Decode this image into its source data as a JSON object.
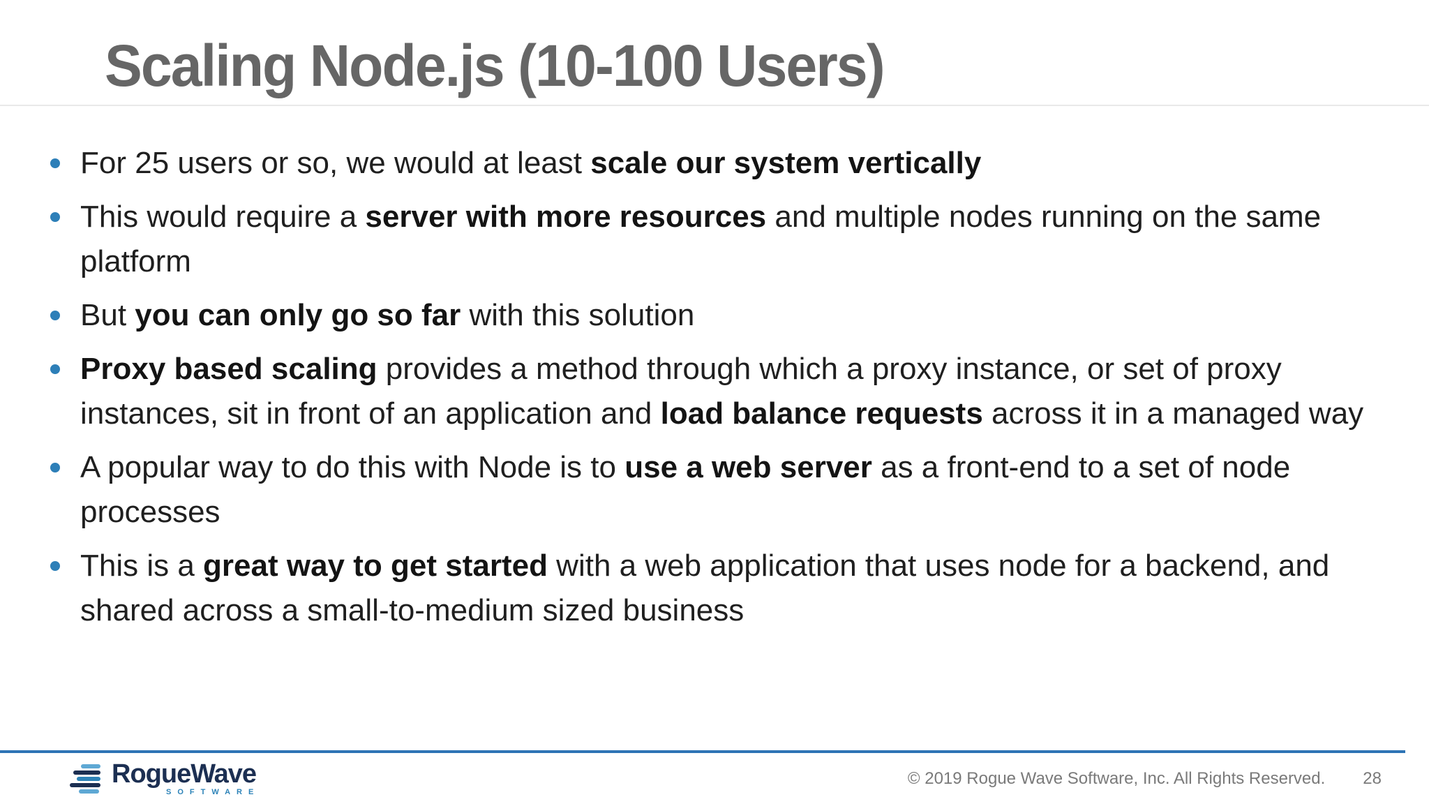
{
  "slide": {
    "title": "Scaling Node.js (10-100 Users)",
    "bullets": [
      {
        "segments": [
          {
            "t": "For 25 users or so, we would at least ",
            "b": false
          },
          {
            "t": "scale our system vertically",
            "b": true
          }
        ]
      },
      {
        "segments": [
          {
            "t": "This would require a ",
            "b": false
          },
          {
            "t": "server with more resources",
            "b": true
          },
          {
            "t": " and multiple nodes running on the same platform",
            "b": false
          }
        ]
      },
      {
        "segments": [
          {
            "t": "But ",
            "b": false
          },
          {
            "t": "you can only go so far",
            "b": true
          },
          {
            "t": " with this solution",
            "b": false
          }
        ]
      },
      {
        "segments": [
          {
            "t": "Proxy based scaling",
            "b": true
          },
          {
            "t": " provides a method through which a proxy instance, or set of proxy instances, sit in front of an application and ",
            "b": false
          },
          {
            "t": "load balance requests",
            "b": true
          },
          {
            "t": " across it in a managed way",
            "b": false
          }
        ]
      },
      {
        "segments": [
          {
            "t": "A popular way to do this with Node is to ",
            "b": false
          },
          {
            "t": "use a web server",
            "b": true
          },
          {
            "t": " as a front-end to a set of node processes",
            "b": false
          }
        ]
      },
      {
        "segments": [
          {
            "t": "This is a ",
            "b": false
          },
          {
            "t": "great way to get started",
            "b": true
          },
          {
            "t": " with a web application that uses node for a backend, and shared across a small-to-medium sized business",
            "b": false
          }
        ]
      }
    ],
    "footer": {
      "logo_text": "RogueWave",
      "logo_subtext": "SOFTWARE",
      "copyright": "© 2019 Rogue Wave Software, Inc. All Rights Reserved.",
      "page_number": "28"
    },
    "colors": {
      "title": "#666666",
      "body": "#1f1f1f",
      "bullet": "#2d7fb8",
      "footer_line": "#2e74b5",
      "copyright": "#7a7a7a",
      "logo_navy": "#1c2f52",
      "logo_blue": "#2d83b8"
    }
  }
}
